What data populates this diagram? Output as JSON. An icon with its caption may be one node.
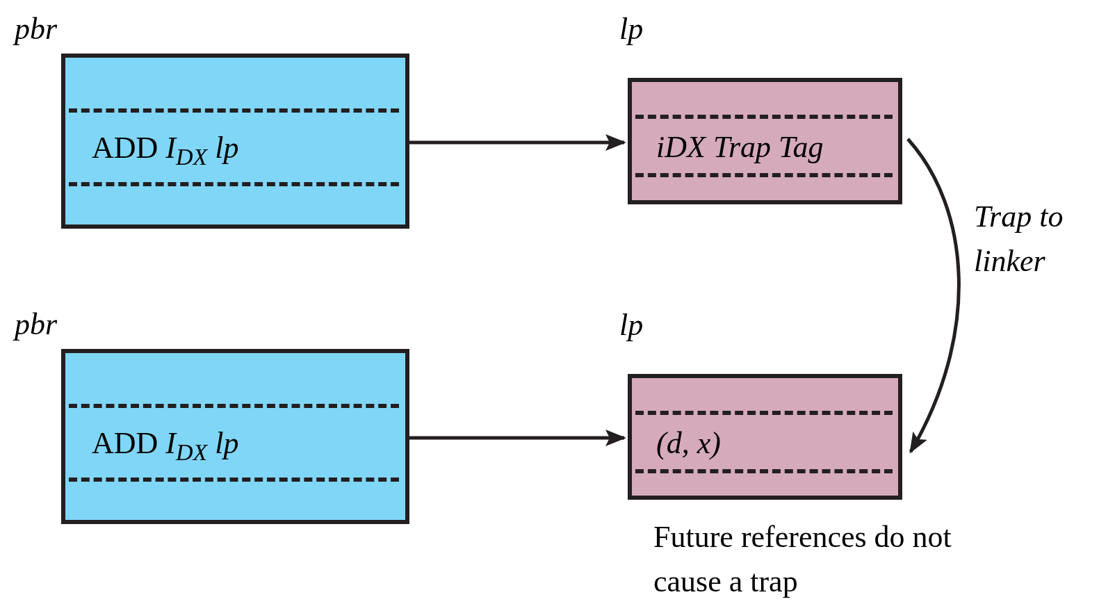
{
  "diagram": {
    "nodes": [
      {
        "text": [
          "pbr",
          "ADD *I*$_{DX}$ *lp*"
        ]
      },
      {
        "text": [
          "lp",
          "iDX Trap Tag"
        ]
      },
      {
        "text": [
          "pbr",
          "ADD *I*$_{DX}$ *lp*"
        ]
      },
      {
        "text": [
          "lp",
          "(d, x)"
        ],
        "beside": [
          "Future references do not cause a trap"
        ]
      }
    ],
    "edges": [
      {
        "from": 0,
        "to": 1,
        "arrow": "to"
      },
      {
        "from": 1,
        "to": 3,
        "arrow": "to",
        "label": "Trap to linker"
      },
      {
        "from": 2,
        "to": 3,
        "arrow": "to"
      }
    ]
  }
}
